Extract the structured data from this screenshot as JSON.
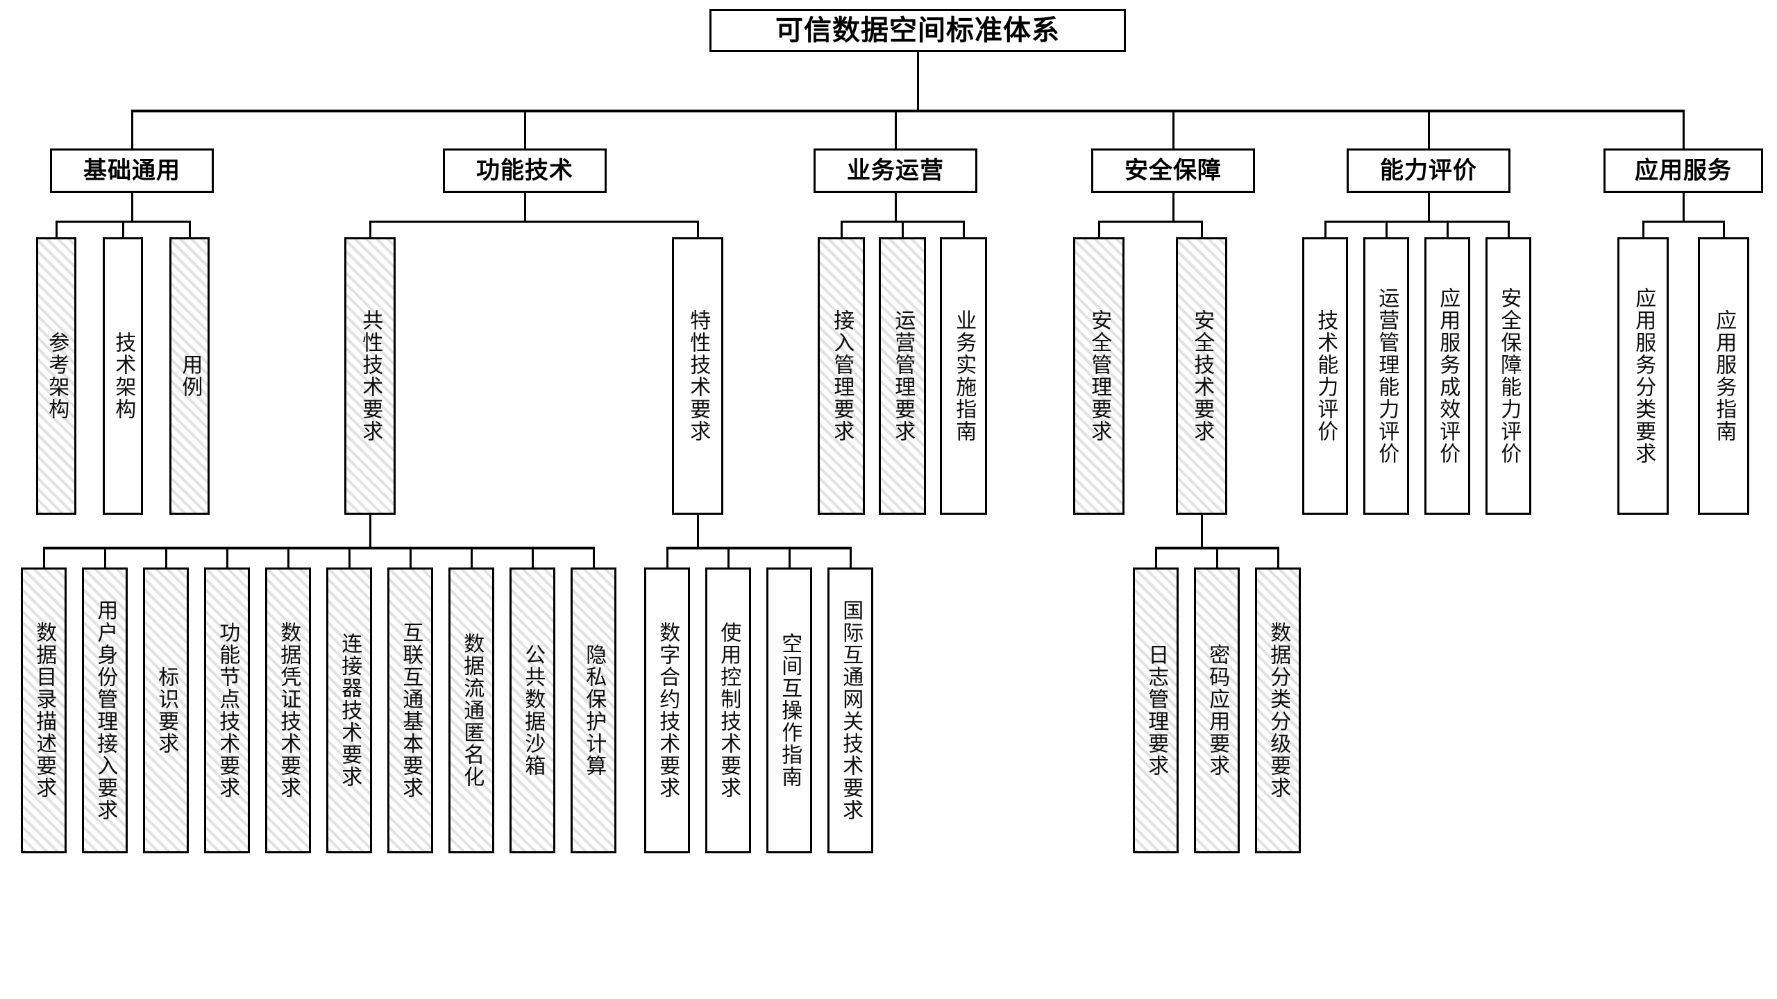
{
  "diagram": {
    "title": "可信数据空间标准体系",
    "type": "hierarchy-tree",
    "legend": {
      "hatched_meaning": "",
      "plain_meaning": ""
    },
    "colors": {
      "stroke": "#000000",
      "fill_plain": "#ffffff",
      "fill_hatched": "#e2e2e2"
    }
  },
  "root": {
    "label": "可信数据空间标准体系"
  },
  "categories": [
    {
      "id": "basic",
      "label": "基础通用"
    },
    {
      "id": "function",
      "label": "功能技术"
    },
    {
      "id": "business",
      "label": "业务运营"
    },
    {
      "id": "security",
      "label": "安全保障"
    },
    {
      "id": "capability",
      "label": "能力评价"
    },
    {
      "id": "appservice",
      "label": "应用服务"
    }
  ],
  "level3": {
    "basic": [
      {
        "label": "参考架构",
        "hatched": true
      },
      {
        "label": "技术架构",
        "hatched": false
      },
      {
        "label": "用例",
        "hatched": true
      }
    ],
    "function": [
      {
        "label": "共性技术要求",
        "hatched": true
      },
      {
        "label": "特性技术要求",
        "hatched": false
      }
    ],
    "business": [
      {
        "label": "接入管理要求",
        "hatched": true
      },
      {
        "label": "运营管理要求",
        "hatched": true
      },
      {
        "label": "业务实施指南",
        "hatched": false
      }
    ],
    "security": [
      {
        "label": "安全管理要求",
        "hatched": true
      },
      {
        "label": "安全技术要求",
        "hatched": true
      }
    ],
    "capability": [
      {
        "label": "技术能力评价",
        "hatched": false
      },
      {
        "label": "运营管理能力评价",
        "hatched": false
      },
      {
        "label": "应用服务成效评价",
        "hatched": false
      },
      {
        "label": "安全保障能力评价",
        "hatched": false
      }
    ],
    "appservice": [
      {
        "label": "应用服务分类要求",
        "hatched": false
      },
      {
        "label": "应用服务指南",
        "hatched": false
      }
    ]
  },
  "level4": {
    "common_tech": [
      {
        "label": "数据目录描述要求",
        "hatched": true
      },
      {
        "label": "用户身份管理接入要求",
        "hatched": true
      },
      {
        "label": "标识要求",
        "hatched": true
      },
      {
        "label": "功能节点技术要求",
        "hatched": true
      },
      {
        "label": "数据凭证技术要求",
        "hatched": true
      },
      {
        "label": "连接器技术要求",
        "hatched": true
      },
      {
        "label": "互联互通基本要求",
        "hatched": true
      },
      {
        "label": "数据流通匿名化",
        "hatched": true
      },
      {
        "label": "公共数据沙箱",
        "hatched": true
      },
      {
        "label": "隐私保护计算",
        "hatched": true
      }
    ],
    "feature_tech": [
      {
        "label": "数字合约技术要求",
        "hatched": false
      },
      {
        "label": "使用控制技术要求",
        "hatched": false
      },
      {
        "label": "空间互操作指南",
        "hatched": false
      },
      {
        "label": "国际互通网关技术要求",
        "hatched": false
      }
    ],
    "security_tech": [
      {
        "label": "日志管理要求",
        "hatched": true
      },
      {
        "label": "密码应用要求",
        "hatched": true
      },
      {
        "label": "数据分类分级要求",
        "hatched": true
      }
    ]
  }
}
